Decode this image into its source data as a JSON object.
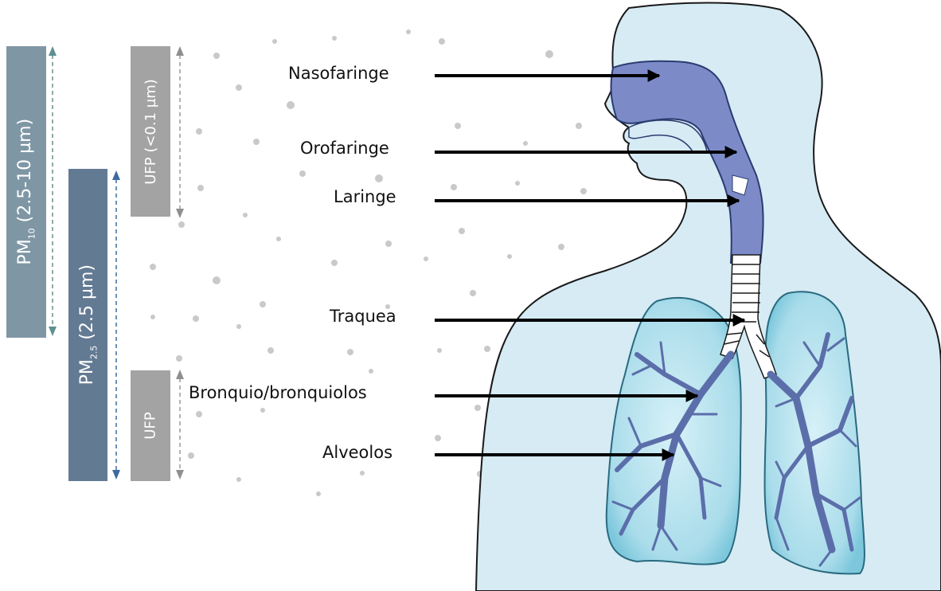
{
  "size_bars": {
    "pm10": {
      "prefix": "PM",
      "sub": "10",
      "range": " (2.5-10 µm)"
    },
    "pm25": {
      "prefix": "PM",
      "sub": "2.5",
      "range": " (2.5 µm)"
    },
    "ufp_fine": {
      "label": "UFP (<0.1 µm)"
    },
    "ufp": {
      "label": "UFP"
    }
  },
  "regions": {
    "nasofaringe": "Nasofaringe",
    "orofaringe": "Orofaringe",
    "laringe": "Laringe",
    "traquea": "Traquea",
    "bronquios": "Bronquio/bronquiolos",
    "alveolos": "Alveolos"
  },
  "colors": {
    "pm10": "#7f97a5",
    "pm25": "#637a93",
    "ufp": "#a3a3a3",
    "body_fill": "#d8ecf5",
    "airway": "#7c8bc8",
    "lung": "#b7e3ef"
  }
}
